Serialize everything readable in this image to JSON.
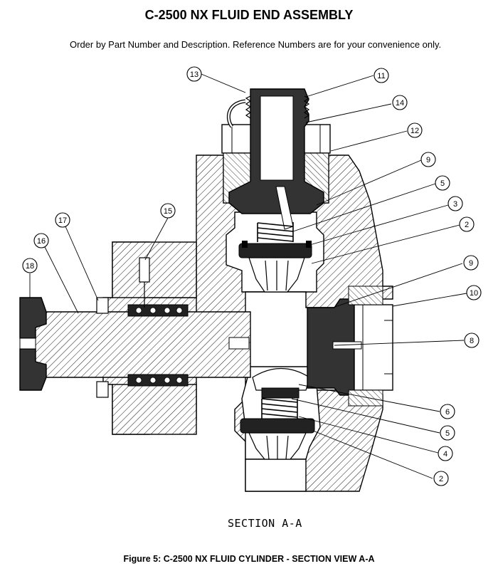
{
  "header": {
    "title": "C-2500 NX FLUID END ASSEMBLY",
    "subtitle": "Order by Part Number and Description.  Reference Numbers are for your convenience only."
  },
  "drawing": {
    "section_label": "SECTION A-A",
    "callouts": [
      {
        "id": "13",
        "label": "13"
      },
      {
        "id": "11",
        "label": "11"
      },
      {
        "id": "14",
        "label": "14"
      },
      {
        "id": "12",
        "label": "12"
      },
      {
        "id": "9-upper",
        "label": "9"
      },
      {
        "id": "5-upper",
        "label": "5"
      },
      {
        "id": "3",
        "label": "3"
      },
      {
        "id": "2-upper",
        "label": "2"
      },
      {
        "id": "15",
        "label": "15"
      },
      {
        "id": "17",
        "label": "17"
      },
      {
        "id": "16",
        "label": "16"
      },
      {
        "id": "18",
        "label": "18"
      },
      {
        "id": "9-right",
        "label": "9"
      },
      {
        "id": "10",
        "label": "10"
      },
      {
        "id": "8",
        "label": "8"
      },
      {
        "id": "6",
        "label": "6"
      },
      {
        "id": "5-lower",
        "label": "5"
      },
      {
        "id": "4",
        "label": "4"
      },
      {
        "id": "2-lower",
        "label": "2"
      }
    ]
  },
  "footer": {
    "caption": "Figure 5: C-2500 NX FLUID CYLINDER - SECTION VIEW A-A"
  }
}
